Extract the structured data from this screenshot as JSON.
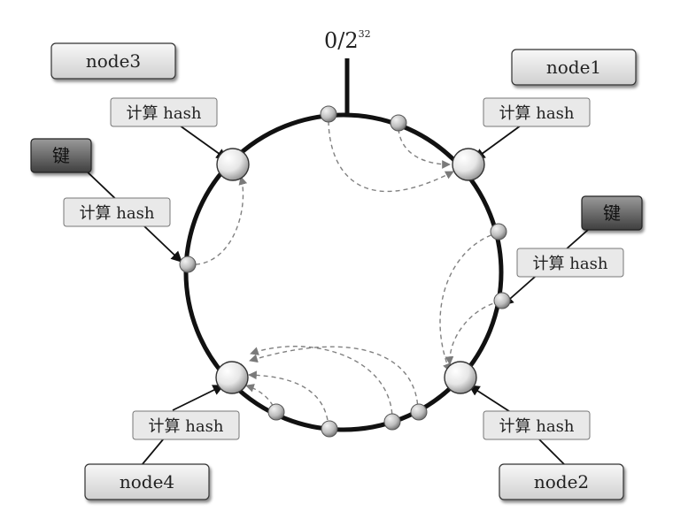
{
  "origin_label": {
    "main": "0/2",
    "sup": "32"
  },
  "nodes": {
    "node1": "node1",
    "node2": "node2",
    "node3": "node3",
    "node4": "node4"
  },
  "hash_label": "计算 hash",
  "key_label": "键",
  "colors": {
    "ring": "#111111",
    "arrow": "#808080",
    "box_fill": "#e6e6e6",
    "key_box_fill": "#6b6b6b",
    "ball_light": "#ffffff",
    "ball_dark": "#9a9a9a"
  }
}
